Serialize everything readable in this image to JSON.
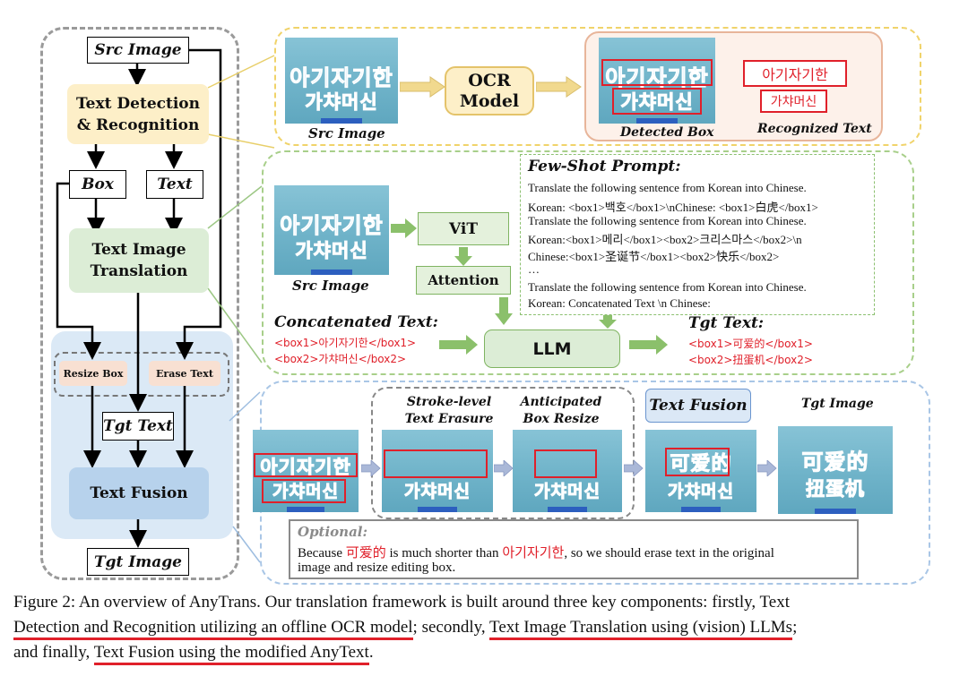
{
  "left": {
    "src_image": "Src Image",
    "text_detection": "Text Detection & Recognition",
    "box": "Box",
    "text": "Text",
    "text_image_translation": "Text Image Translation",
    "resize_box": "Resize Box",
    "erase_text": "Erase Text",
    "tgt_text": "Tgt Text",
    "text_fusion": "Text Fusion",
    "tgt_image": "Tgt Image"
  },
  "top_panel": {
    "src_image_label": "Src Image",
    "ocr_model": "OCR Model",
    "detected_box_label": "Detected Box",
    "recognized_text_label": "Recognized Text",
    "korean_line1": "아기자기한",
    "korean_line2": "가챠머신"
  },
  "mid_panel": {
    "src_image_label": "Src Image",
    "vit": "ViT",
    "attention": "Attention",
    "llm": "LLM",
    "few_shot_title": "Few-Shot Prompt:",
    "prompt_lines": [
      "Translate the following sentence from Korean into Chinese.",
      "Korean: <box1>백호</box1>\\nChinese: <box1>白虎</box1>",
      "Translate the following sentence from Korean into Chinese.",
      "Korean:<box1>메리</box1><box2>크리스마스</box2>\\n",
      "Chinese:<box1>圣诞节</box1><box2>快乐</box2>",
      "…",
      "Translate the following sentence from Korean into Chinese.",
      "Korean: Concatenated Text \\n Chinese:"
    ],
    "concat_title": "Concatenated Text:",
    "concat_lines": [
      "<box1>아기자기한</box1>",
      "<box2>가챠머신</box2>"
    ],
    "tgt_title": "Tgt Text:",
    "tgt_lines": [
      "<box1>可爱的</box1>",
      "<box2>扭蛋机</box2>"
    ]
  },
  "bottom_panel": {
    "stroke_label": "Stroke-level Text Erasure",
    "anticipated_label": "Anticipated Box Resize",
    "text_fusion": "Text Fusion",
    "tgt_image": "Tgt Image",
    "chinese_line1": "可爱的",
    "chinese_line2": "扭蛋机",
    "optional_title": "Optional:",
    "optional_pre": "Because ",
    "optional_red1": "可爱的",
    "optional_mid": " is much shorter than ",
    "optional_red2": "아기자기한",
    "optional_post": ", so we should erase text in the original",
    "optional_line2": "image and resize editing box."
  },
  "caption": {
    "line1": "Figure 2: An overview of AnyTrans. Our translation framework is built around three key components: firstly, Text",
    "line2_a": "Detection and Recognition utilizing an offline OCR model",
    "line2_b": "; secondly, ",
    "line2_c": "Text Image Translation using (vision) LLMs",
    "line2_d": ";",
    "line3_a": "and finally, ",
    "line3_b": "Text Fusion using the modified AnyText",
    "line3_c": "."
  },
  "colors": {
    "yellow_dash": "#f0d36a",
    "green_dash": "#a8cf8a",
    "blue_dash": "#a9c6e6",
    "gray_dash": "#9a9a9a",
    "red_text": "#e0202a",
    "arrow_green": "#8bc06b",
    "arrow_yellow": "#f1d98e",
    "arrow_blue": "#aab8d8"
  }
}
